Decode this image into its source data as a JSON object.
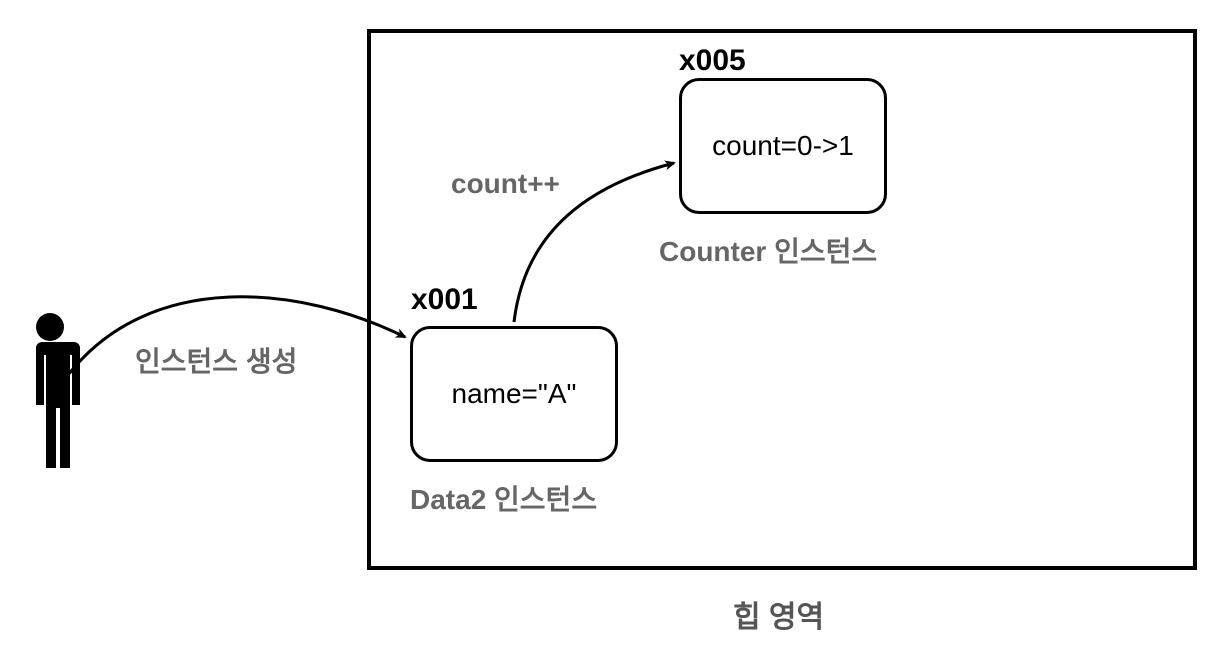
{
  "heap": {
    "label": "힙 영역"
  },
  "action_label": "인스턴스 생성",
  "data2": {
    "address": "x001",
    "content": "name=\"A\"",
    "caption": "Data2 인스턴스"
  },
  "counter": {
    "address": "x005",
    "content": "count=0->1",
    "caption": "Counter 인스턴스"
  },
  "increment_label": "count++",
  "colors": {
    "stroke": "#000000",
    "label_gray": "#666666"
  },
  "icons": {
    "actor": "person-icon"
  }
}
